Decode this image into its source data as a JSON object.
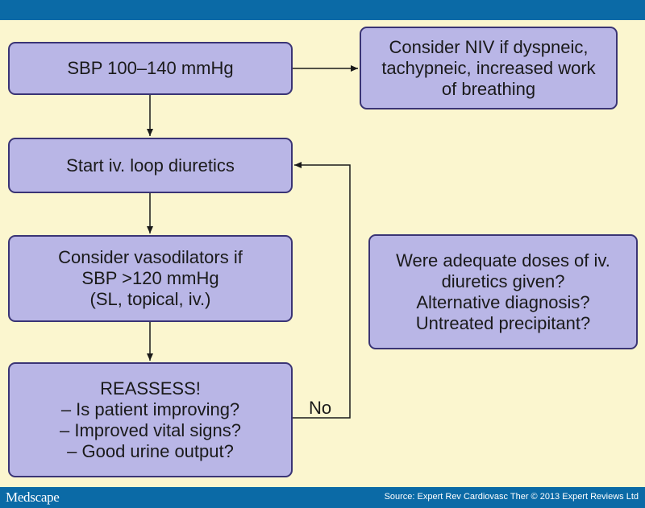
{
  "diagram": {
    "nodes": {
      "sbp": {
        "lines": [
          "SBP 100–140 mmHg"
        ]
      },
      "niv": {
        "lines": [
          "Consider NIV if dyspneic,",
          "tachypneic, increased work",
          "of breathing"
        ]
      },
      "diuretics": {
        "lines": [
          "Start iv. loop diuretics"
        ]
      },
      "vasodilators": {
        "lines": [
          "Consider vasodilators if",
          "SBP >120 mmHg",
          "(SL, topical, iv.)"
        ]
      },
      "adequacy": {
        "lines": [
          "Were adequate doses of iv.",
          "diuretics given?",
          "Alternative diagnosis?",
          "Untreated precipitant?"
        ]
      },
      "reassess": {
        "lines": [
          "REASSESS!",
          "– Is patient improving?",
          "– Improved vital signs?",
          "– Good urine output?"
        ]
      }
    },
    "edge_labels": {
      "no": "No"
    }
  },
  "footer": {
    "logo_text": "Medscape",
    "source": "Source: Expert Rev Cardiovasc Ther © 2013 Expert Reviews Ltd"
  },
  "colors": {
    "frame": "#0b6aa6",
    "background": "#fbf6cf",
    "node_fill": "#b9b6e6",
    "node_border": "#3a3475",
    "arrow": "#1a1a1a"
  }
}
